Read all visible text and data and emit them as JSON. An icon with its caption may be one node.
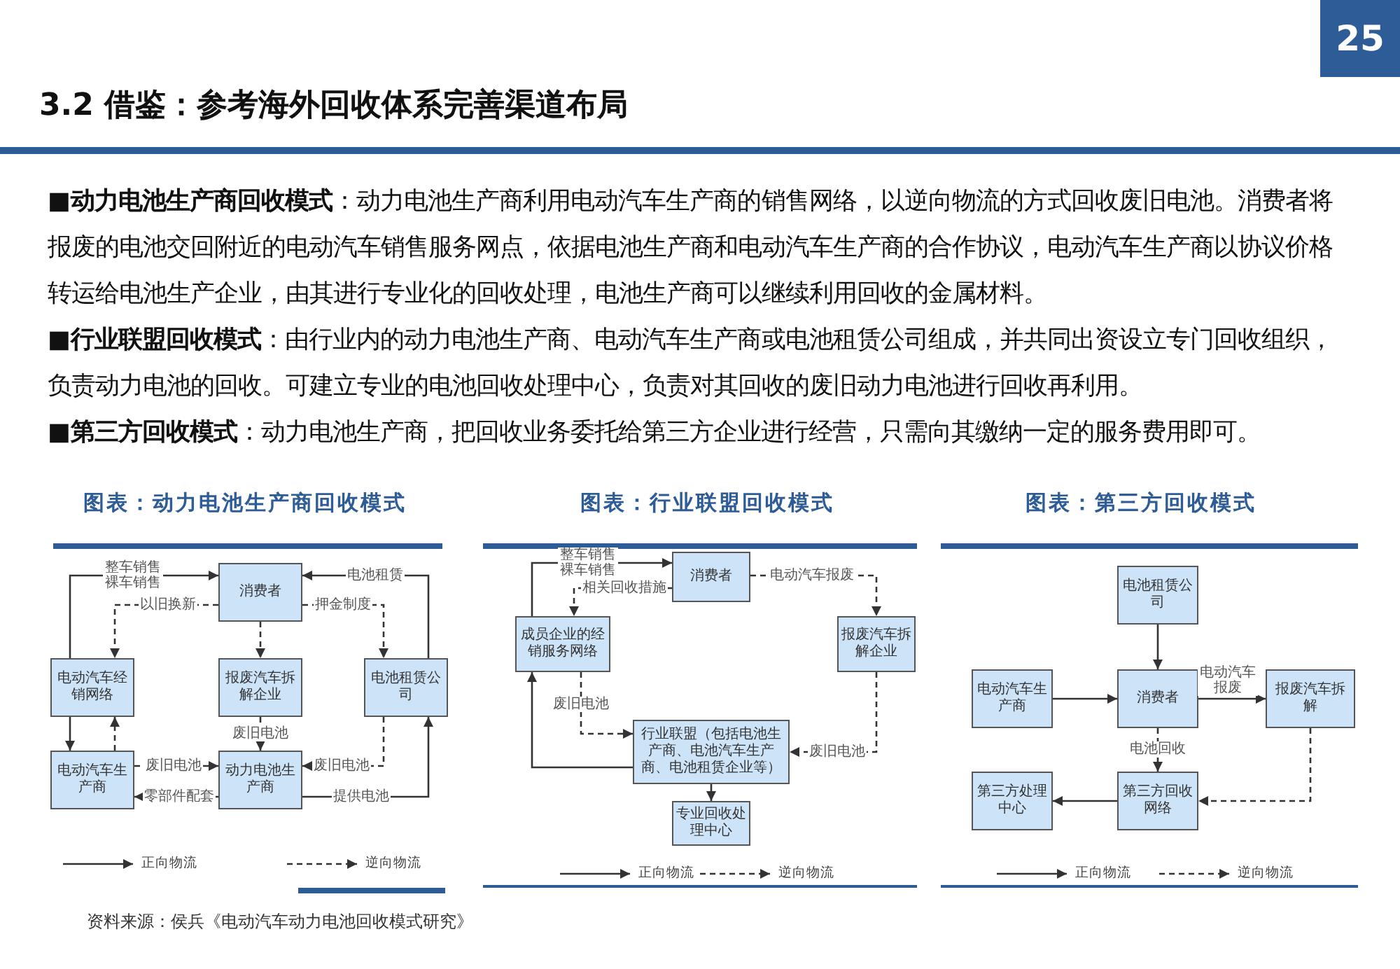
{
  "diagram": {
    "title": "3.2 借鉴：参考海外回收体系完善渠道布局",
    "nodes": [
      {
        "text": [
          "消费者"
        ]
      },
      {
        "text": [
          "电动汽车经销网络"
        ]
      },
      {
        "text": [
          "报废汽车拆解企业"
        ]
      },
      {
        "text": [
          "电池租赁公司"
        ]
      },
      {
        "text": [
          "电动汽车生产商"
        ]
      },
      {
        "text": [
          "动力电池生产商"
        ]
      },
      {
        "text": [
          "消费者"
        ]
      },
      {
        "text": [
          "成员企业的经销服务网络"
        ]
      },
      {
        "text": [
          "报废汽车拆解企业"
        ]
      },
      {
        "text": [
          "行业联盟（包括电池生产商、电池汽车生产商、电池租赁企业等）"
        ]
      },
      {
        "text": [
          "专业回收处理中心"
        ]
      },
      {
        "text": [
          "电池租赁公司"
        ]
      },
      {
        "text": [
          "电动汽车生产商"
        ]
      },
      {
        "text": [
          "消费者"
        ]
      },
      {
        "text": [
          "报废汽车拆解"
        ]
      },
      {
        "text": [
          "第三方处理中心"
        ]
      },
      {
        "text": [
          "第三方回收网络"
        ]
      }
    ],
    "edges": [
      {
        "from": 1,
        "to": 0,
        "arrow": "to",
        "label": "整车销售裸车销售"
      },
      {
        "from": 0,
        "to": 1,
        "arrow": "to",
        "label": "以旧换新",
        "style": "dashed"
      },
      {
        "from": 0,
        "to": 2,
        "arrow": "to",
        "style": "dashed"
      },
      {
        "from": 0,
        "to": 3,
        "arrow": "to",
        "label": "押金制度",
        "style": "dashed"
      },
      {
        "from": 3,
        "to": 0,
        "arrow": "to",
        "label": "电池租赁"
      },
      {
        "from": 1,
        "to": 4,
        "arrow": "to"
      },
      {
        "from": 4,
        "to": 1,
        "arrow": "to",
        "style": "dashed"
      },
      {
        "from": 2,
        "to": 5,
        "arrow": "to",
        "label": "废旧电池",
        "style": "dashed"
      },
      {
        "from": 4,
        "to": 5,
        "arrow": "to",
        "label": "废旧电池",
        "style": "dashed"
      },
      {
        "from": 5,
        "to": 4,
        "arrow": "to",
        "label": "零部件配套"
      },
      {
        "from": 3,
        "to": 5,
        "arrow": "to",
        "label": "废旧电池",
        "style": "dashed"
      },
      {
        "from": 5,
        "to": 3,
        "arrow": "to",
        "label": "提供电池"
      },
      {
        "from": 7,
        "to": 6,
        "arrow": "to",
        "label": "整车销售裸车销售"
      },
      {
        "from": 6,
        "to": 7,
        "arrow": "to",
        "label": "相关回收措施",
        "style": "dashed"
      },
      {
        "from": 6,
        "to": 8,
        "arrow": "to",
        "label": "电动汽车报废",
        "style": "dashed"
      },
      {
        "from": 7,
        "to": 9,
        "arrow": "to",
        "label": "废旧电池",
        "style": "dashed"
      },
      {
        "from": 8,
        "to": 9,
        "arrow": "to",
        "label": "废旧电池",
        "style": "dashed"
      },
      {
        "from": 9,
        "to": 7,
        "arrow": "to"
      },
      {
        "from": 9,
        "to": 10,
        "arrow": "to"
      },
      {
        "from": 11,
        "to": 13,
        "arrow": "to"
      },
      {
        "from": 12,
        "to": 13,
        "arrow": "to"
      },
      {
        "from": 13,
        "to": 14,
        "arrow": "to",
        "label": "电动汽车报废"
      },
      {
        "from": 13,
        "to": 16,
        "arrow": "to",
        "label": "电池回收",
        "style": "dashed"
      },
      {
        "from": 14,
        "to": 16,
        "arrow": "to",
        "style": "dashed"
      },
      {
        "from": 16,
        "to": 15,
        "arrow": "to"
      }
    ],
    "labels": [
      "25",
      "**■动力电池生产商回收模式**：动力电池生产商利用电动汽车生产商的销售网络，以逆向物流的方式回收废旧电池。消费者将报废的电池交回附近的电动汽车销售服务网点，依据电池生产商和电动汽车生产商的合作协议，电动汽车生产商以协议价格转运给电池生产企业，由其进行专业化的回收处理，电池生产商可以继续利用回收的金属材料。",
      "**■行业联盟回收模式**：由行业内的动力电池生产商、电动汽车生产商或电池租赁公司组成，并共同出资设立专门回收组织，负责动力电池的回收。可建立专业的电池回收处理中心，负责对其回收的废旧动力电池进行回收再利用。",
      "**■第三方回收模式**：动力电池生产商，把回收业务委托给第三方企业进行经营，只需向其缴纳一定的服务费用即可。",
      "图表：动力电池生产商回收模式",
      "图表：行业联盟回收模式",
      "图表：第三方回收模式",
      "资料来源：侯兵《电动汽车动力电池回收模式研究》"
    ],
    "legend": [
      {
        "text": "正向物流"
      },
      {
        "text": "逆向物流"
      },
      {
        "text": "正向物流"
      },
      {
        "text": "逆向物流"
      },
      {
        "text": "正向物流"
      },
      {
        "text": "逆向物流"
      }
    ]
  }
}
